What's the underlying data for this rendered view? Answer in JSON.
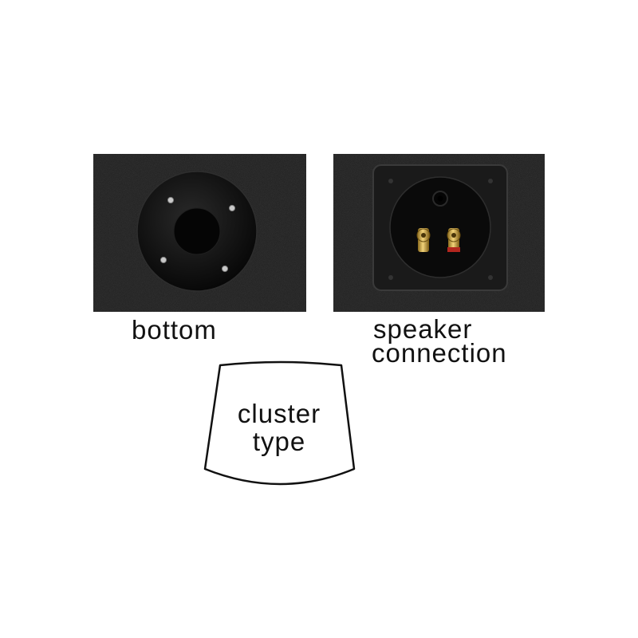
{
  "photos": {
    "bottom": {
      "caption": "bottom"
    },
    "connection": {
      "caption_line1": "speaker",
      "caption_line2": "connection"
    }
  },
  "cluster": {
    "line1": "cluster",
    "line2": "type"
  },
  "colors": {
    "carpet": "#1b1b1b",
    "plate": "#0f0f0f",
    "screw": "#c9c9c9",
    "terminal_gold": "#c9a23a",
    "terminal_red": "#b3261e"
  }
}
